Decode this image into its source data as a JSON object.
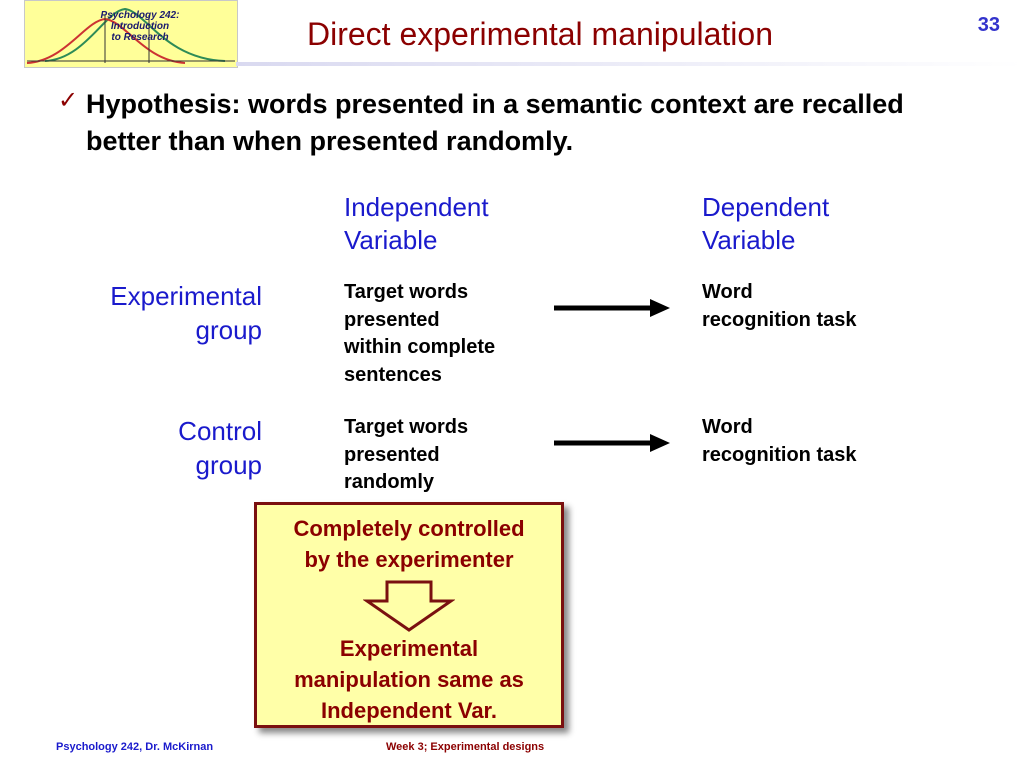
{
  "header": {
    "logo_lines": [
      "Psychology 242:",
      "Introduction",
      "to Research"
    ],
    "title": "Direct experimental manipulation",
    "slide_number": "33"
  },
  "hypothesis": {
    "bullet_icon": "checkmark-icon",
    "text": "Hypothesis: words presented in a semantic context are recalled better than when presented randomly."
  },
  "columns": {
    "independent": [
      "Independent",
      "Variable"
    ],
    "dependent": [
      "Dependent",
      "Variable"
    ]
  },
  "rows": [
    {
      "label": [
        "Experimental",
        "group"
      ],
      "iv": [
        "Target words",
        "presented",
        "within complete",
        "sentences"
      ],
      "dv": [
        "Word",
        "recognition task"
      ]
    },
    {
      "label": [
        "Control",
        "group"
      ],
      "iv": [
        "Target words",
        "presented",
        "randomly"
      ],
      "dv": [
        "Word",
        "recognition task"
      ]
    }
  ],
  "callout": {
    "top": [
      "Completely controlled",
      "by the experimenter"
    ],
    "bottom": [
      "Experimental",
      "manipulation same as",
      "Independent Var."
    ]
  },
  "footer": {
    "left": "Psychology 242, Dr. McKirnan",
    "center": "Week 3;  Experimental designs"
  },
  "colors": {
    "title": "#8b0000",
    "accent_blue": "#1a1acc",
    "callout_bg": "#ffffa8",
    "callout_border": "#7a1010"
  }
}
